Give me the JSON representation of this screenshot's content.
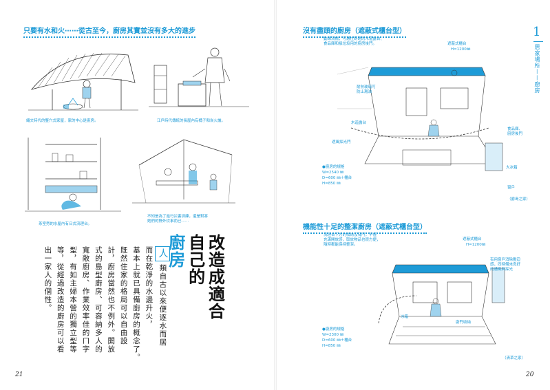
{
  "left_page": {
    "section_title": "只要有水和火⋯⋯從古至今，廚房其實並沒有多大的進步",
    "captions": [
      "繩文時代的豎穴式家屋，家的中心是廚房。",
      "江戶時代傳統的長屋內有桶子和炭火爐。",
      "茶室旁的水屋內有日式流理台。",
      "不知是為了進行災害訓練，還是對將\n她們的野外炊事而已⋯⋯"
    ],
    "title_lines": [
      "改造成適合",
      "自己的",
      "廚房"
    ],
    "drop_cap": "人",
    "body_columns": [
      "類自古以來便逐水而居",
      "而在乾淨的水邊升火，",
      "基本上就已具備廚房的概念了。",
      "既然住家的格局可以自由設",
      "計，廚房當然也不例外。開放",
      "式的島型廚房、可容納多人的",
      "寬敞廚房、作業效率佳的ㄇ字",
      "型，有如主婦本營的獨立型等",
      "等，從經過改造的廚房可以看",
      "出一家人的個性。"
    ],
    "page_number": "21"
  },
  "right_page": {
    "chapter_number": "1",
    "chapter_label": "居家場所——廚房",
    "diagram_top": {
      "title": "沒有盡頭的廚房（遮蔽式櫃台型）",
      "note": "動線流暢，可通往舒適的木造露台、\n食品庫和損垃圾用的廚房後門。",
      "labels": [
        "遮蔽式櫃台",
        "H=1200㎜",
        "耐熱玻璃可\n防止濺油",
        "木造露台",
        "食品庫、\n廚房後門",
        "遮風採光門",
        "大冰箱",
        "窗戶"
      ],
      "spec_title": "廚房的規格",
      "spec_lines": [
        "W=2540 ㎜",
        "D=600 ㎜＋櫃台",
        "H=850 ㎜"
      ],
      "credit": "（爵島之家）"
    },
    "diagram_bottom": {
      "title": "機能性十足的整潔廚房（遮蔽式櫃台型）",
      "note": "流理台下方的收納沒有門，不僅\n充滿開放感，取放物品也很方便，\n隨時都能保持整潔。",
      "labels": [
        "遮蔽式櫃台",
        "H=1200㎜",
        "有用窗戶消除壓迫\n感，同時備來良好\n的通風與採光",
        "冰箱",
        "廚門收納"
      ],
      "spec_title": "廚房的規格",
      "spec_lines": [
        "W=2300 ㎜",
        "D=600 ㎜＋櫃台",
        "H=850 ㎜"
      ],
      "credit": "（清草之家）"
    },
    "page_number": "20"
  }
}
